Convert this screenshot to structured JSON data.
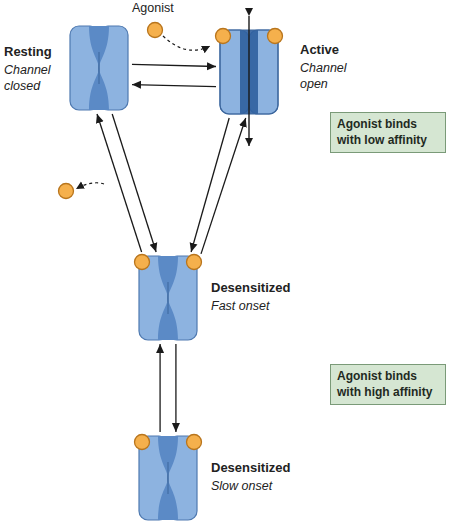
{
  "diagram": {
    "nodes": [
      {
        "text": [
          "Resting",
          "Channel closed"
        ]
      },
      {
        "text": [
          "Active",
          "Channel open"
        ]
      },
      {
        "text": [
          "Agonist binds with low affinity"
        ]
      },
      {
        "text": [
          "Desensitized",
          "Fast onset"
        ]
      },
      {
        "text": [
          "Agonist binds with high affinity"
        ]
      },
      {
        "text": [
          "Desensitized",
          "Slow onset"
        ]
      }
    ],
    "edges": [
      {
        "from": 0,
        "to": 1,
        "arrow": "to"
      },
      {
        "from": 1,
        "to": 0,
        "arrow": "to"
      },
      {
        "from": 0,
        "to": 3,
        "arrow": "to"
      },
      {
        "from": 3,
        "to": 0,
        "arrow": "to"
      },
      {
        "from": 1,
        "to": 3,
        "arrow": "to"
      },
      {
        "from": 3,
        "to": 1,
        "arrow": "to"
      },
      {
        "from": 3,
        "to": 5,
        "arrow": "to"
      },
      {
        "from": 5,
        "to": 3,
        "arrow": "to"
      }
    ],
    "labels": [
      "Agonist"
    ]
  }
}
